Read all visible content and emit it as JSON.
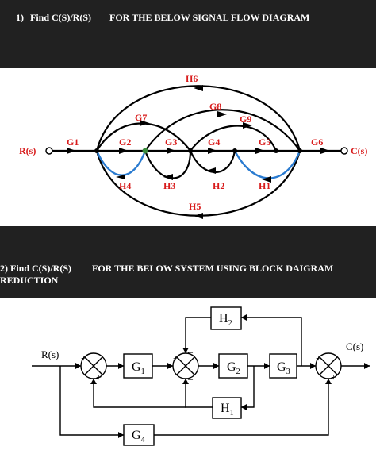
{
  "question1": {
    "number": "1)",
    "prompt": "Find C(S)/R(S)",
    "title": "FOR THE BELOW SIGNAL FLOW DIAGRAM"
  },
  "sfg": {
    "input": "R(s)",
    "output": "C(s)",
    "forward_gains": [
      "G1",
      "G2",
      "G3",
      "G4",
      "G5",
      "G6"
    ],
    "upper_gains": [
      "G7",
      "G8",
      "G9"
    ],
    "lower_gains": [
      "H4",
      "H3",
      "H2",
      "H1"
    ],
    "outer_top": "H6",
    "outer_bottom": "H5",
    "colors": {
      "label": "#d81b1b",
      "blue": "#2a7bd0",
      "line": "#000000"
    }
  },
  "question2": {
    "prompt": "2) Find C(S)/R(S)",
    "title": "FOR THE BELOW SYSTEM USING BLOCK DAIGRAM",
    "title_cont": "REDUCTION"
  },
  "block": {
    "input": "R(s)",
    "output": "C(s)",
    "blocks": {
      "g1": "G",
      "g1_sub": "1",
      "g2": "G",
      "g2_sub": "2",
      "g3": "G",
      "g3_sub": "3",
      "h1": "H",
      "h1_sub": "1",
      "h2": "H",
      "h2_sub": "2",
      "g4": "G",
      "g4_sub": "4"
    },
    "signs": {
      "s1_left": "+",
      "s1_bottom": "+",
      "s2_left": "+",
      "s2_top": "–",
      "s2_bottom": "–",
      "s3_left": "+",
      "s3_bottom": "+"
    }
  }
}
